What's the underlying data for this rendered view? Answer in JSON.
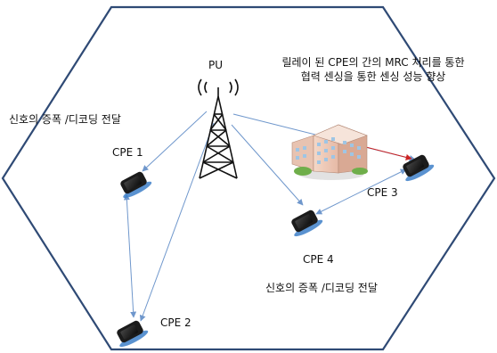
{
  "labels": {
    "pu": "PU",
    "caption_line1": "릴레이 된 CPE의 간의  MRC 처리를 통한",
    "caption_line2": "협력 센싱을 통한 센싱 성능 향상",
    "amplify_top": "신호의 증폭 /디코딩 전달",
    "amplify_bottom": "신호의 증폭 /디코딩 전달",
    "cpe1": "CPE 1",
    "cpe2": "CPE 2",
    "cpe3": "CPE 3",
    "cpe4": "CPE 4"
  },
  "colors": {
    "cell_border": "#2f4a75",
    "link": "#6f97cc",
    "relay_link": "#cc2222",
    "phone": "#1b1b1b",
    "phone_base": "#3d7fc8",
    "tower": "#111111"
  }
}
